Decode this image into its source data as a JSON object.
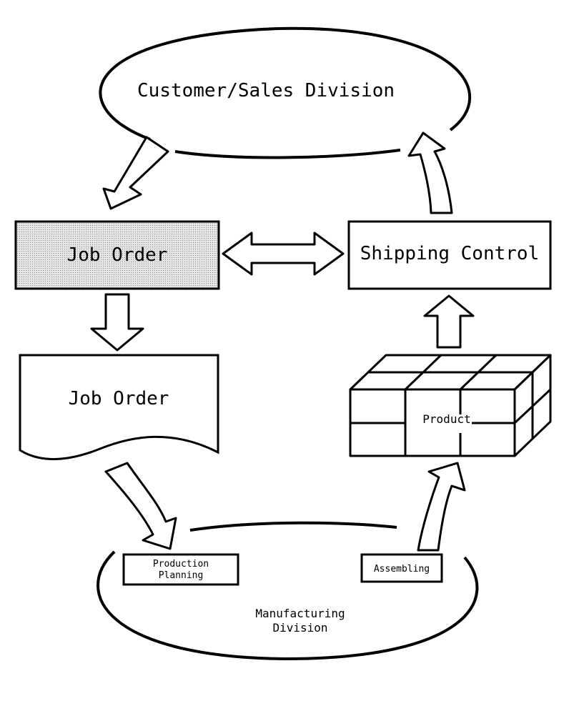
{
  "labels": {
    "customer_sales": "Customer/Sales Division",
    "job_order_box": "Job Order",
    "shipping_control": "Shipping Control",
    "job_order_doc": "Job Order",
    "product": "Product",
    "production_planning_line1": "Production",
    "production_planning_line2": "Planning",
    "assembling": "Assembling",
    "manufacturing_line1": "Manufacturing",
    "manufacturing_line2": "Division"
  },
  "colors": {
    "stroke": "#000000",
    "job_order_fill": "#cfcfcf",
    "background": "#ffffff"
  }
}
